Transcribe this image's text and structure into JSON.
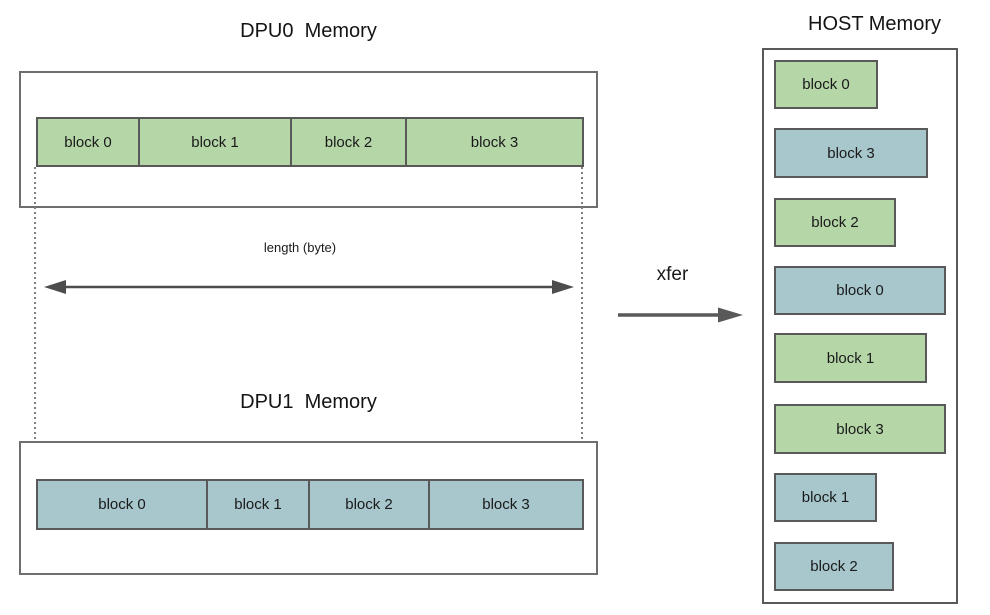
{
  "colors": {
    "green": "#b5d7a8",
    "blue": "#a7c7cd",
    "block_border": "#595959",
    "container_border": "#6e6e6e",
    "arrow": "#4d4d4d",
    "text": "#1a1a1a",
    "dotted_line": "#7f7f7f"
  },
  "dpu0": {
    "title": "DPU0  Memory",
    "blocks": [
      {
        "label": "block 0",
        "color": "green"
      },
      {
        "label": "block 1",
        "color": "green"
      },
      {
        "label": "block 2",
        "color": "green"
      },
      {
        "label": "block 3",
        "color": "green"
      }
    ]
  },
  "dpu1": {
    "title": "DPU1  Memory",
    "blocks": [
      {
        "label": "block 0",
        "color": "blue"
      },
      {
        "label": "block 1",
        "color": "blue"
      },
      {
        "label": "block 2",
        "color": "blue"
      },
      {
        "label": "block 3",
        "color": "blue"
      }
    ]
  },
  "host": {
    "title": "HOST Memory",
    "blocks": [
      {
        "label": "block 0",
        "color": "green"
      },
      {
        "label": "block 3",
        "color": "blue"
      },
      {
        "label": "block 2",
        "color": "green"
      },
      {
        "label": "block 0",
        "color": "blue"
      },
      {
        "label": "block 1",
        "color": "green"
      },
      {
        "label": "block 3",
        "color": "green"
      },
      {
        "label": "block 1",
        "color": "blue"
      },
      {
        "label": "block 2",
        "color": "blue"
      }
    ]
  },
  "length_label": "length (byte)",
  "xfer_label": "xfer"
}
